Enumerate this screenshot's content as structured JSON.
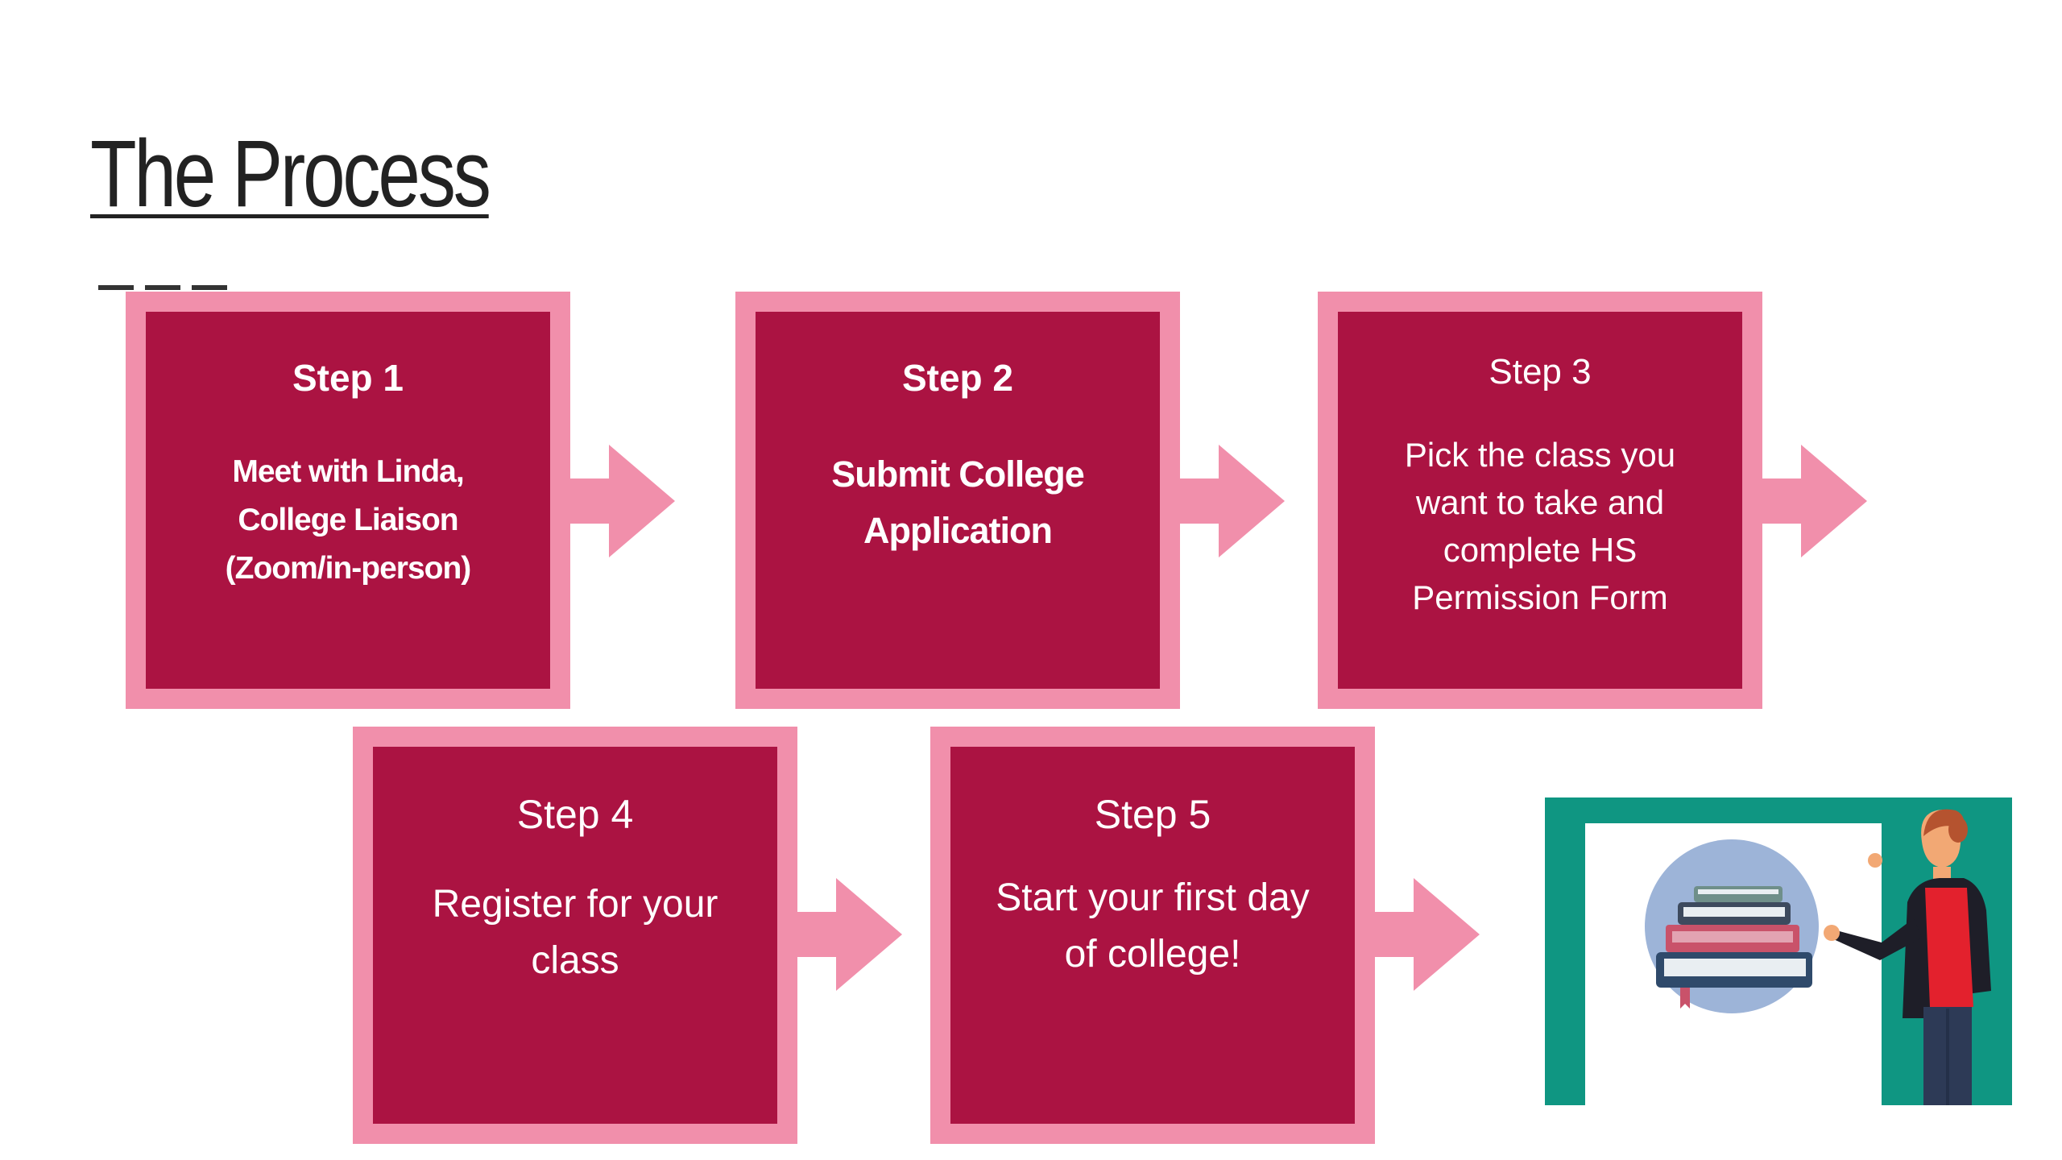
{
  "slide": {
    "title": "The Process"
  },
  "steps": [
    {
      "title": "Step 1",
      "text": "Meet with Linda, College Liaison (Zoom/in-person)"
    },
    {
      "title": "Step 2",
      "text": "Submit College Application"
    },
    {
      "title": "Step 3",
      "text": "Pick the class you want to take and complete HS Permission Form"
    },
    {
      "title": "Step 4",
      "text": "Register for your class"
    },
    {
      "title": "Step 5",
      "text": "Start your first day of college!"
    }
  ],
  "colors": {
    "box_border": "#f18fab",
    "box_fill": "#ab1342",
    "arrow": "#f18fab",
    "illustration_frame": "#0f9682"
  },
  "icons": {
    "arrow": "right-arrow-icon",
    "illustration": "teacher-with-books-illustration"
  }
}
